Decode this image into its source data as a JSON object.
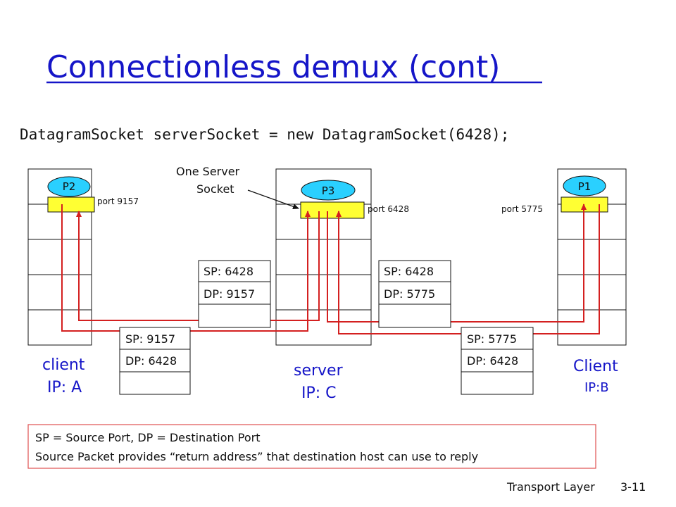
{
  "title": "Connectionless demux (cont)",
  "code_line": "DatagramSocket serverSocket = new DatagramSocket(6428);",
  "callout": {
    "line1": "One Server",
    "line2": "Socket"
  },
  "hosts": {
    "client_a": {
      "process": "P2",
      "port": "port 9157",
      "label": "client",
      "sub": "IP: A"
    },
    "server": {
      "process": "P3",
      "port": "port 6428",
      "label": "server",
      "sub": "IP: C"
    },
    "client_b": {
      "process": "P1",
      "port": "port 5775",
      "label": "Client",
      "sub": "IP:B"
    }
  },
  "segments": {
    "a_to_server": {
      "sp": "SP: 9157",
      "dp": "DP: 6428"
    },
    "server_to_a": {
      "sp": "SP: 6428",
      "dp": "DP: 9157"
    },
    "server_to_b": {
      "sp": "SP: 6428",
      "dp": "DP: 5775"
    },
    "b_to_server": {
      "sp": "SP: 5775",
      "dp": "DP: 6428"
    }
  },
  "legend": {
    "line1": "SP = Source Port, DP = Destination Port",
    "line2": "Source Packet provides “return address” that destination host can use to reply"
  },
  "footer": {
    "course": "Transport Layer",
    "page": "3-11"
  },
  "colors": {
    "title": "#1515c8",
    "path": "#d42020",
    "socket_fill": "#ffff33",
    "process_fill": "#2ad0ff",
    "legend_border": "#e05050"
  }
}
